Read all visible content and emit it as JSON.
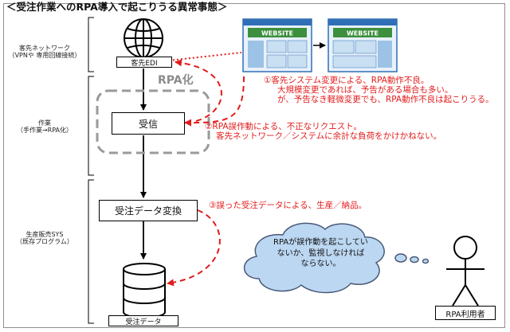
{
  "title": "＜受注作業へのRPA導入で起こりうる異常事態＞",
  "left_labels": {
    "customer": [
      "客先ネットワーク",
      "（VPNや 専用回線接続）"
    ],
    "work": [
      "作業",
      "（手作業→RPA化）"
    ],
    "system": [
      "生産販売SYS",
      "（既存プログラム）"
    ]
  },
  "nodes": {
    "edi_label": "客先EDI",
    "receive": "受信",
    "convert": "受注データ変換",
    "database_label": "受注データ",
    "rpa_label": "RPA化"
  },
  "website_logo": "WEBSITE",
  "annotations": {
    "note1": [
      "①客先システム変更による、RPA動作不良。",
      "大規模変更であれば、予告がある場合も多い。",
      "が、予告なき軽微変更でも、RPA動作不良は起こりうる。"
    ],
    "note2": [
      "②RPA誤作動による、不正なリクエスト。",
      "客先ネットワーク／システムに余計な負荷をかけかねない。"
    ],
    "note3": "③誤った受注データによる、生産／納品。"
  },
  "cloud_text": [
    "RPAが誤作動を起こしてい",
    "ないか、監視しなければ",
    "ならない。"
  ],
  "person_label": "RPA利用者",
  "colors": {
    "red": "#e21b1b",
    "gray": "#8c8c8c",
    "web_blue": "#2f6fb6"
  }
}
